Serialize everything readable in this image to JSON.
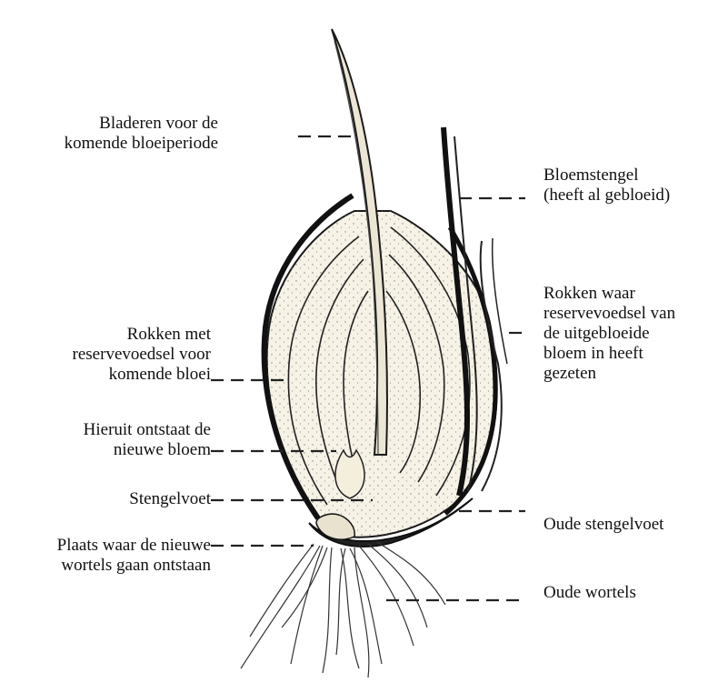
{
  "diagram": {
    "labels": {
      "leaves_future": "Bladeren voor de\nkomende bloeiperiode",
      "flower_stem": "Bloemstengel\n(heeft al gebloeid)",
      "scales_old_flower": "Rokken waar\nreservevoedsel van\nde uitgebloeide\nbloem in heeft\ngezeten",
      "scales_reserve": "Rokken met\nreservevoedsel voor\nkomende bloei",
      "new_flower": "Hieruit ontstaat de\nnieuwe bloem",
      "basal_plate": "Stengelvoet",
      "new_roots_place": "Plaats waar de nieuwe\nwortels gaan ontstaan",
      "old_basal_plate": "Oude stengelvoet",
      "old_roots": "Oude wortels"
    },
    "colors": {
      "ink": "#1a1a1a",
      "bulb_fill": "#f4efe2",
      "stipple": "#6b6b6b",
      "background": "#ffffff"
    }
  }
}
